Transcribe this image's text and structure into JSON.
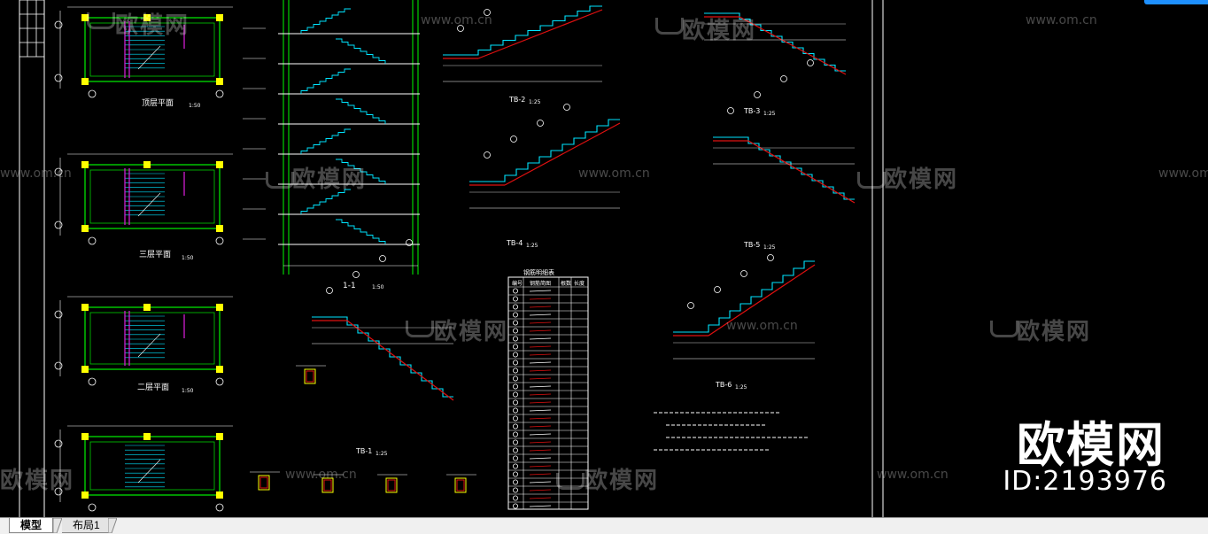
{
  "tabs": [
    {
      "label": "模型",
      "active": true
    },
    {
      "label": "布局1",
      "active": false
    }
  ],
  "watermark": {
    "brand": "欧模网",
    "url": "www.om.cn",
    "id_text": "ID:2193976"
  },
  "drawing_labels": {
    "plan_top": "顶层平面",
    "plan_third": "三层平面",
    "plan_second": "二层平面",
    "section": "1-1",
    "tb1": "TB-1",
    "tb2": "TB-2",
    "tb3": "TB-3",
    "tb4": "TB-4",
    "tb5": "TB-5",
    "tb6": "TB-6",
    "table_title": "钢筋明细表",
    "table_headers": [
      "编号",
      "钢筋简图",
      "根数",
      "长度"
    ],
    "scale_a": "1:50",
    "scale_b": "1:25"
  },
  "colors": {
    "green": "#00d000",
    "cyan": "#00e5ff",
    "yellow": "#ffff00",
    "magenta": "#e020e0",
    "red": "#e01010",
    "white": "#ffffff",
    "accent": "#1e90ff"
  }
}
